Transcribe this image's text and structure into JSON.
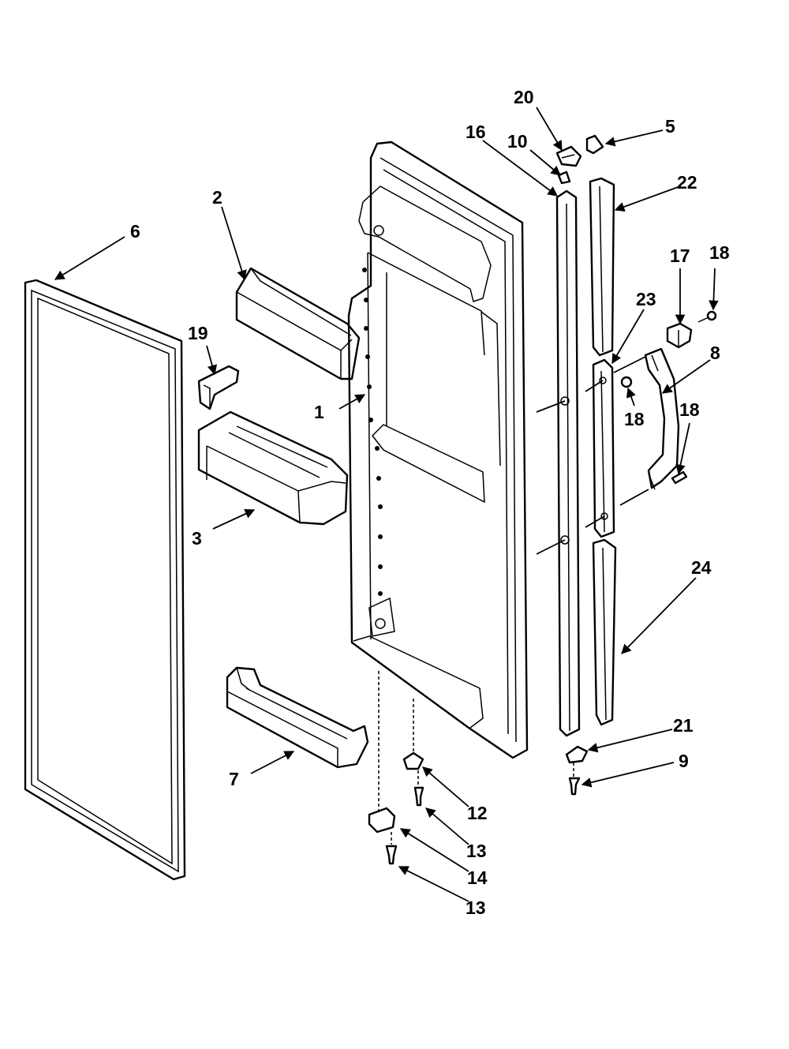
{
  "callouts": {
    "c1": "1",
    "c2": "2",
    "c3": "3",
    "c5": "5",
    "c6": "6",
    "c7": "7",
    "c8": "8",
    "c9": "9",
    "c10": "10",
    "c12": "12",
    "c13a": "13",
    "c13b": "13",
    "c14": "14",
    "c16": "16",
    "c17": "17",
    "c18a": "18",
    "c18b": "18",
    "c18c": "18",
    "c19": "19",
    "c20": "20",
    "c21": "21",
    "c22": "22",
    "c23": "23",
    "c24": "24"
  }
}
